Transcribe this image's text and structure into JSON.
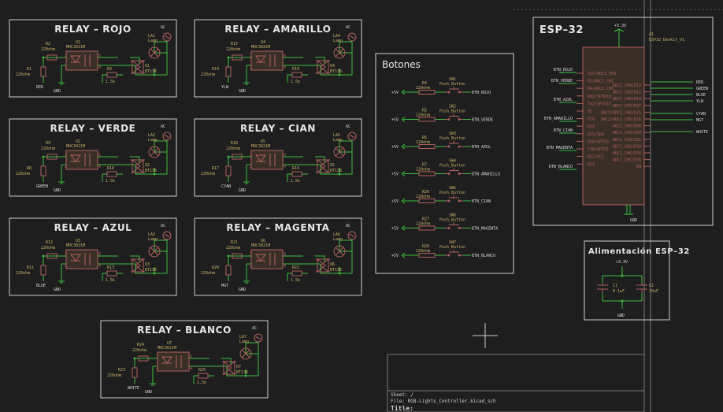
{
  "relays": [
    {
      "id": "rojo",
      "title": "RELAY – ROJO",
      "r_in": "R1",
      "r_in_val": "220ohm",
      "r_a": "R2",
      "r_a_val": "220ohm",
      "u": "U1",
      "u_val": "MOC3021M",
      "la": "LA1",
      "la_val": "Lamp",
      "r_g": "R3",
      "r_g_val": "1.5k",
      "q": "Q1",
      "q_val": "BT136",
      "net": "RED",
      "gnd": "GND",
      "ac": "AC"
    },
    {
      "id": "amarillo",
      "title": "RELAY – AMARILLO",
      "r_in": "R14",
      "r_in_val": "220ohm",
      "r_a": "R15",
      "r_a_val": "220ohm",
      "u": "U4",
      "u_val": "MOC3021M",
      "la": "LA4",
      "la_val": "Lamp",
      "r_g": "R16",
      "r_g_val": "1.5k",
      "q": "Q4",
      "q_val": "BT136",
      "net": "YLW",
      "gnd": "GND",
      "ac": "AC"
    },
    {
      "id": "verde",
      "title": "RELAY – VERDE",
      "r_in": "R8",
      "r_in_val": "220ohm",
      "r_a": "R9",
      "r_a_val": "220ohm",
      "u": "U2",
      "u_val": "MOC3021M",
      "la": "LA2",
      "la_val": "Lamp",
      "r_g": "R10",
      "r_g_val": "1.5k",
      "q": "Q2",
      "q_val": "BT136",
      "net": "GREEN",
      "gnd": "GND",
      "ac": "AC"
    },
    {
      "id": "cian",
      "title": "RELAY – CIAN",
      "r_in": "R17",
      "r_in_val": "220ohm",
      "r_a": "R18",
      "r_a_val": "220ohm",
      "u": "U5",
      "u_val": "MOC3021M",
      "la": "LA5",
      "la_val": "Lamp",
      "r_g": "R19",
      "r_g_val": "1.5k",
      "q": "Q5",
      "q_val": "BT136",
      "net": "CYAN",
      "gnd": "GND",
      "ac": "AC"
    },
    {
      "id": "azul",
      "title": "RELAY – AZUL",
      "r_in": "R11",
      "r_in_val": "220ohm",
      "r_a": "R12",
      "r_a_val": "220ohm",
      "u": "U3",
      "u_val": "MOC3021M",
      "la": "LA3",
      "la_val": "Lamp",
      "r_g": "R13",
      "r_g_val": "1.5k",
      "q": "Q3",
      "q_val": "BT136",
      "net": "BLUE",
      "gnd": "GND",
      "ac": "AC"
    },
    {
      "id": "magenta",
      "title": "RELAY – MAGENTA",
      "r_in": "R20",
      "r_in_val": "220ohm",
      "r_a": "R21",
      "r_a_val": "220ohm",
      "u": "U6",
      "u_val": "MOC3021M",
      "la": "LA6",
      "la_val": "Lamp",
      "r_g": "R22",
      "r_g_val": "1.5k",
      "q": "Q6",
      "q_val": "BT136",
      "net": "MGT",
      "gnd": "GND",
      "ac": "AC"
    },
    {
      "id": "blanco",
      "title": "RELAY – BLANCO",
      "r_in": "R23",
      "r_in_val": "220ohm",
      "r_a": "R24",
      "r_a_val": "220ohm",
      "u": "U7",
      "u_val": "MOC3021M",
      "la": "LA7",
      "la_val": "Lamp",
      "r_g": "R25",
      "r_g_val": "1.5k",
      "q": "Q7",
      "q_val": "BT136",
      "net": "WHITE",
      "gnd": "GND",
      "ac": "AC"
    }
  ],
  "botones": {
    "title": "Botones",
    "rows": [
      {
        "r": "R4",
        "r_val": "220ohm",
        "sw": "SW1",
        "sw_val": "Push_Button",
        "net": "BTN_ROJO",
        "pwr": "+5V"
      },
      {
        "r": "R5",
        "r_val": "220ohm",
        "sw": "SW2",
        "sw_val": "Push_Button",
        "net": "BTN_VERDE",
        "pwr": "+5V"
      },
      {
        "r": "R6",
        "r_val": "220ohm",
        "sw": "SW3",
        "sw_val": "Push_Button",
        "net": "BTN_AZUL",
        "pwr": "+5V"
      },
      {
        "r": "R7",
        "r_val": "220ohm",
        "sw": "SW4",
        "sw_val": "Push_Button",
        "net": "BTN_AMARILLO",
        "pwr": "+5V"
      },
      {
        "r": "R26",
        "r_val": "220ohm",
        "sw": "SW5",
        "sw_val": "Push_Button",
        "net": "BTN_CIAN",
        "pwr": "+5V"
      },
      {
        "r": "R27",
        "r_val": "220ohm",
        "sw": "SW6",
        "sw_val": "Push_Button",
        "net": "BTN_MAGENTA",
        "pwr": "+5V"
      },
      {
        "r": "R28",
        "r_val": "220ohm",
        "sw": "SW7",
        "sw_val": "Push_Button",
        "net": "BTN_BLANCO",
        "pwr": "+5V"
      }
    ]
  },
  "esp32": {
    "title": "ESP–32",
    "ref": "A1",
    "part": "ESP32_DevKit_V1",
    "vcc": "+3.3V",
    "gnd": "GND",
    "left_nets": [
      "BTN_ROJO",
      "BTN_VERDE",
      "BTN_AZUL",
      "BTN_AMARILLO",
      "BTN_CIAN",
      "BTN_MAGENTA",
      "BTN_BLANCO"
    ],
    "left_pins": [
      "D15/ADC2_CH3",
      "D2/ADC2_CH2",
      "D4/ADC2_CH0",
      "RX2/SPID16",
      "TX2/GPIO17",
      "D5",
      "D18",
      "D19",
      "D21/SDA",
      "RX0/GPIO3",
      "TX0/GPIO1",
      "D22/SCL",
      "D23"
    ],
    "right_pins": [
      "ADC2_CH4/D13",
      "ADC2_CH5/D12",
      "ADC2_CH6/D14",
      "ADC2_CH7/D27",
      "DAC1/ADC2_CH8/D25",
      "DAC2/ADC2_CH9/D26",
      "ADC1_CH0/D36",
      "ADC1_CH3/D39",
      "ADC1_CH4/D32",
      "ADC1_CH5/D33",
      "ADC1_CH6/D34",
      "ADC1_CH7/D35",
      "EN"
    ],
    "right_nets": [
      "RED",
      "GREEN",
      "BLUE",
      "YLW",
      "CYAN",
      "MGT",
      "WHITE"
    ]
  },
  "alimentacion": {
    "title": "Alimentación ESP–32",
    "vcc": "+3.3V",
    "gnd": "GND",
    "c1": "C1",
    "c1_val": "0.1uF",
    "c2": "C2",
    "c2_val": "10uF"
  },
  "title_block": {
    "sheet": "Sheet: /",
    "file": "File: RGB-Lights_Controller.kicad_sch",
    "title": "Title:"
  },
  "colors": {
    "background": "#1e1e1e",
    "wire": "#3fbf3f",
    "component": "#b06060",
    "reference": "#c8b26a",
    "frame": "#cfcfcf"
  }
}
